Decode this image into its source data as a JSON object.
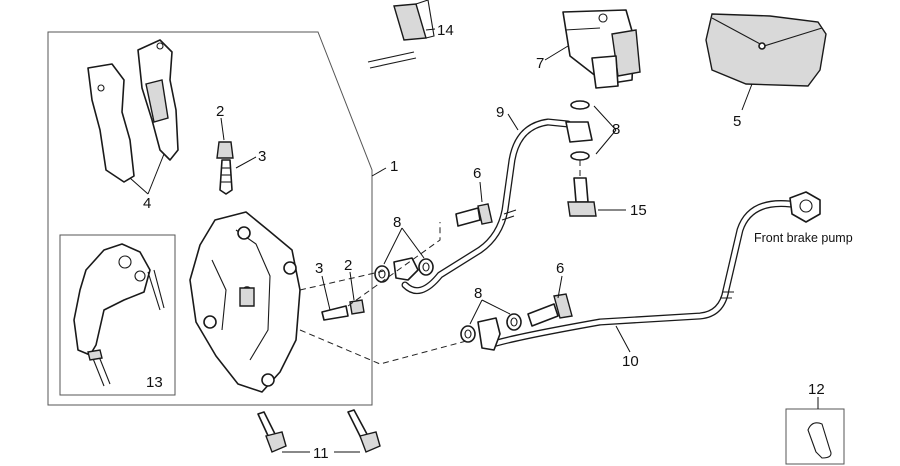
{
  "callouts": {
    "n1": "1",
    "n2a": "2",
    "n2b": "2",
    "n3a": "3",
    "n3b": "3",
    "n4": "4",
    "n5": "5",
    "n6a": "6",
    "n6b": "6",
    "n7": "7",
    "n8a": "8",
    "n8b": "8",
    "n8c": "8",
    "n9": "9",
    "n10": "10",
    "n11": "11",
    "n12": "12",
    "n13": "13",
    "n14": "14",
    "n15": "15"
  },
  "labels": {
    "pump": "Front brake pump"
  }
}
